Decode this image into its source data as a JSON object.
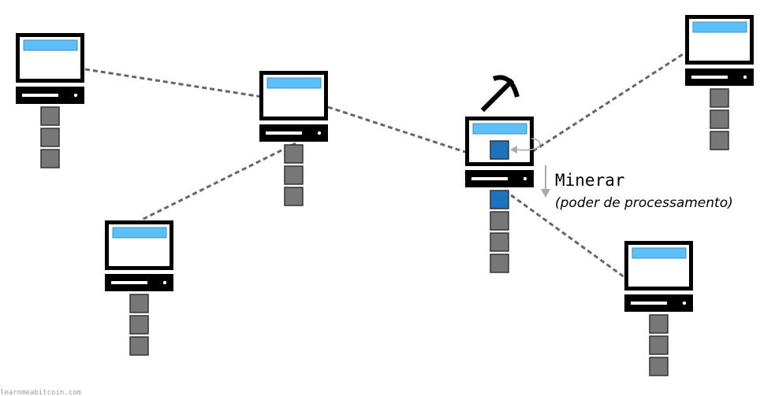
{
  "labels": {
    "mine_title": "Minerar",
    "mine_subtitle": "(poder de processamento)",
    "credit": "learnmeabitcoin.com"
  },
  "colors": {
    "link": "#666666",
    "chain_block": "#777777",
    "new_block": "#1e73be",
    "screen_bar": "#5bc0f8",
    "arrow": "#aaaaaa"
  },
  "icons": {
    "mining": "pickaxe-icon",
    "node": "computer-icon"
  },
  "diagram": {
    "nodes": [
      {
        "id": "node-a",
        "chain_blocks": 3,
        "new_block": false,
        "miner": false
      },
      {
        "id": "node-b",
        "chain_blocks": 3,
        "new_block": false,
        "miner": false
      },
      {
        "id": "node-c",
        "chain_blocks": 3,
        "new_block": false,
        "miner": false
      },
      {
        "id": "node-miner",
        "chain_blocks": 3,
        "new_block": true,
        "miner": true
      },
      {
        "id": "node-d",
        "chain_blocks": 3,
        "new_block": false,
        "miner": false
      },
      {
        "id": "node-e",
        "chain_blocks": 3,
        "new_block": false,
        "miner": false
      }
    ],
    "links": [
      [
        "node-a",
        "node-b"
      ],
      [
        "node-b",
        "node-c"
      ],
      [
        "node-b",
        "node-miner"
      ],
      [
        "node-miner",
        "node-d"
      ],
      [
        "node-miner",
        "node-e"
      ]
    ]
  }
}
